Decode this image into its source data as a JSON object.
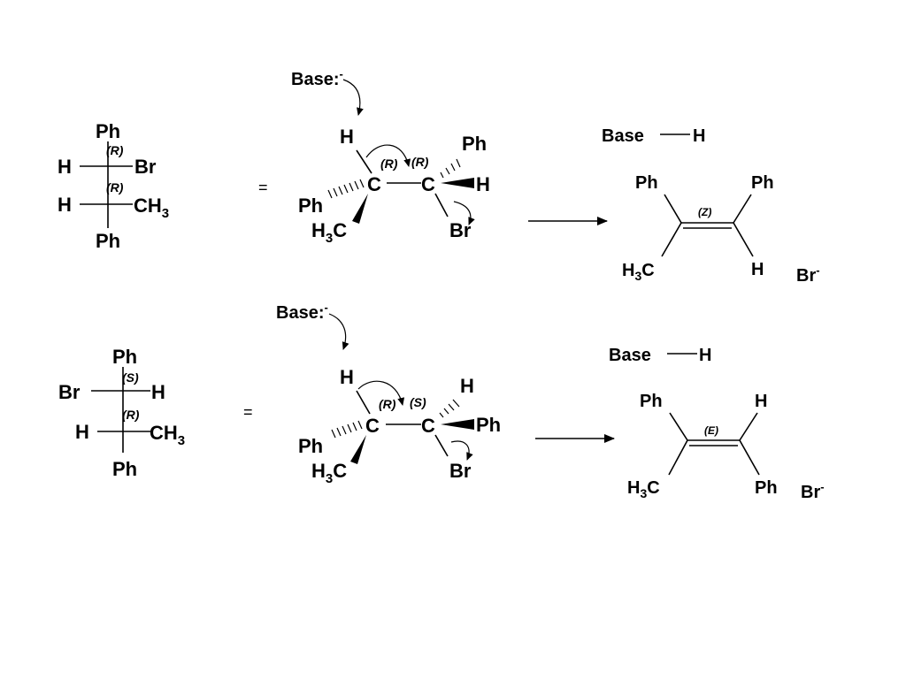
{
  "canvas": {
    "background": "#ffffff"
  },
  "common": {
    "base_anion": "Base:",
    "minus": "-",
    "equals": "=",
    "base_h_left": "Base",
    "h": "H",
    "ph": "Ph",
    "br": "Br",
    "c": "C",
    "ch3": "CH",
    "h3c": "H",
    "three": "3",
    "c_suffix": "C",
    "bromide": "Br",
    "bromide_charge": "-"
  },
  "reaction1": {
    "fischer": {
      "label_top": "(R)",
      "label_bottom": "(R)"
    },
    "sawhorse": {
      "left_label": "(R)",
      "right_label": "(R)"
    },
    "product": {
      "label": "(Z)"
    }
  },
  "reaction2": {
    "fischer": {
      "label_top": "(S)",
      "label_bottom": "(R)"
    },
    "sawhorse": {
      "left_label": "(R)",
      "right_label": "(S)"
    },
    "product": {
      "label": "(E)"
    }
  }
}
